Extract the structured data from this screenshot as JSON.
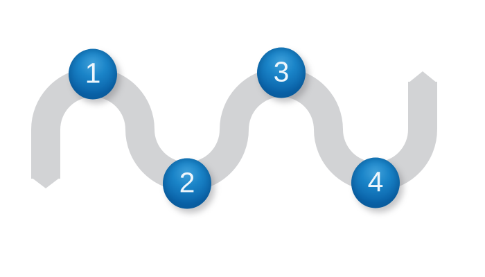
{
  "diagram": {
    "kind": "serpentine-process-path",
    "colors": {
      "background": "#ffffff",
      "path": "#d2d3d5",
      "node_highlight": "#3fa0da",
      "node_mid": "#1a84c8",
      "node_edge": "#0a62a8",
      "node_text": "#eef6fc"
    },
    "steps": [
      {
        "label": "1",
        "position": "top"
      },
      {
        "label": "2",
        "position": "bottom"
      },
      {
        "label": "3",
        "position": "top"
      },
      {
        "label": "4",
        "position": "bottom"
      }
    ]
  }
}
